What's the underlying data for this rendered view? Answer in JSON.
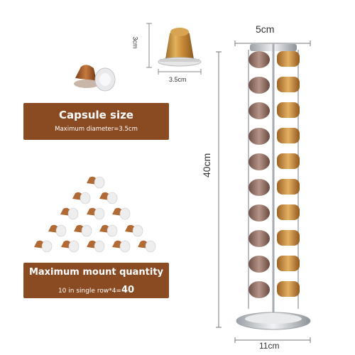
{
  "top_capsule": {
    "height_label": "3cm",
    "width_label": "3.5cm"
  },
  "rack": {
    "top_label": "5cm",
    "height_label": "40cm",
    "base_label": "11cm"
  },
  "capsule_banner": {
    "title": "Capsule size",
    "subtitle": "Maximum diameter=3.5cm"
  },
  "mount_banner": {
    "title": "Maximum mount quantity",
    "subtitle_prefix": "10 in single row*4=",
    "subtitle_value": "40"
  },
  "colors": {
    "banner": "#8a4a22",
    "gold": "#c98a3a",
    "copper": "#a55e2e",
    "mauve": "#9a7a6e",
    "chrome": "#cfd2d6"
  }
}
